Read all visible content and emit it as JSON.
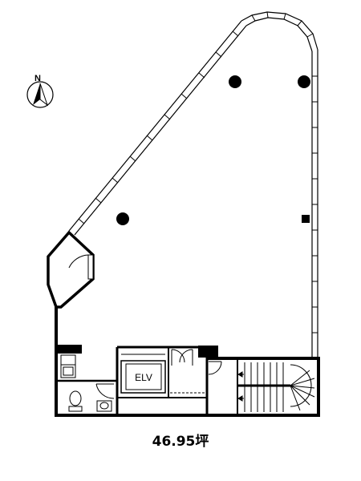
{
  "plan": {
    "north_label": "N",
    "elevator_label": "ELV",
    "area_label": "46.95坪"
  }
}
